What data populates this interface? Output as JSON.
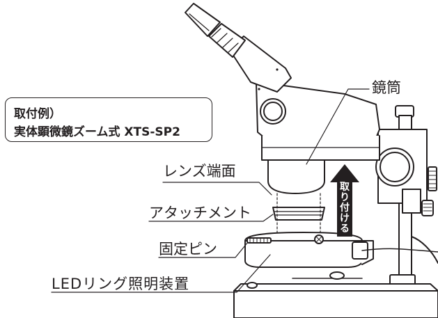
{
  "example_box": {
    "line1": "取付例）",
    "line2": "実体顕微鏡ズーム式 XTS-SP2"
  },
  "labels": {
    "lens_barrel": "鏡筒",
    "lens_end_face": "レンズ端面",
    "attachment": "アタッチメント",
    "fixing_pin": "固定ピン",
    "led_ring_light": "LEDリング照明装置"
  },
  "attach_arrow": {
    "chars": [
      "取",
      "り",
      "付",
      "け",
      "る"
    ]
  },
  "colors": {
    "line": "#231f20",
    "arrow_fill": "#231f20",
    "background": "#ffffff"
  }
}
